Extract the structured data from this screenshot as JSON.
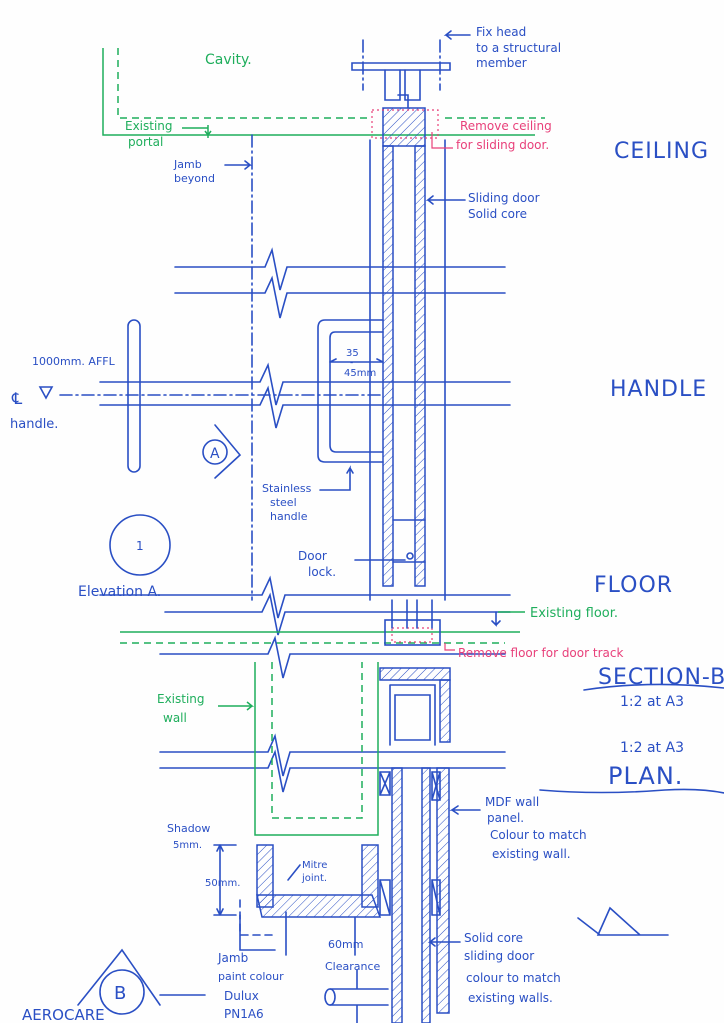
{
  "colors": {
    "ink_blue": "#2a4fc4",
    "ink_green": "#1fae5c",
    "ink_red": "#e8407a"
  },
  "section": {
    "fix_head": [
      "Fix head",
      "to a structural",
      "member"
    ],
    "cavity": "Cavity.",
    "existing_portal": [
      "Existing",
      "portal"
    ],
    "remove_ceiling": [
      "Remove ceiling",
      "for sliding door."
    ],
    "ceiling_heading": "CEILING",
    "jamb_beyond": [
      "Jamb",
      "beyond"
    ],
    "sliding_door": [
      "Sliding door",
      "Solid core"
    ],
    "handle_height": "1000mm. AFFL",
    "centerline_symbol": "℄",
    "handle_label": "handle.",
    "handle_dim": [
      "35",
      "-",
      "45mm"
    ],
    "handle_heading": "HANDLE",
    "stainless_handle": [
      "Stainless",
      "steel",
      "handle"
    ],
    "door_lock": [
      "Door",
      "lock."
    ],
    "elevation_label": "Elevation A.",
    "elevation_marker": "A",
    "elevation_circle_number": "1",
    "floor_heading": "FLOOR",
    "existing_floor": "Existing floor.",
    "remove_floor": "Remove floor for door track",
    "section_title": "SECTION-B.",
    "section_scale": "1:2 at A3"
  },
  "plan": {
    "existing_wall": [
      "Existing",
      "wall"
    ],
    "plan_scale": "1:2 at A3",
    "plan_title": "PLAN.",
    "mdf_panel": [
      "MDF wall",
      "panel.",
      "Colour to match",
      "existing wall."
    ],
    "shadow": [
      "Shadow",
      "5mm."
    ],
    "dim_50": "50mm.",
    "mitre": [
      "Mitre",
      "joint."
    ],
    "jamb_paint": [
      "Jamb",
      "paint colour",
      "Dulux",
      "PN1A6"
    ],
    "clearance": [
      "60mm",
      "Clearance"
    ],
    "solid_core": [
      "Solid core",
      "sliding door",
      "colour to match",
      "existing walls."
    ],
    "section_marker": "B",
    "footer_text": "AEROCARE"
  }
}
